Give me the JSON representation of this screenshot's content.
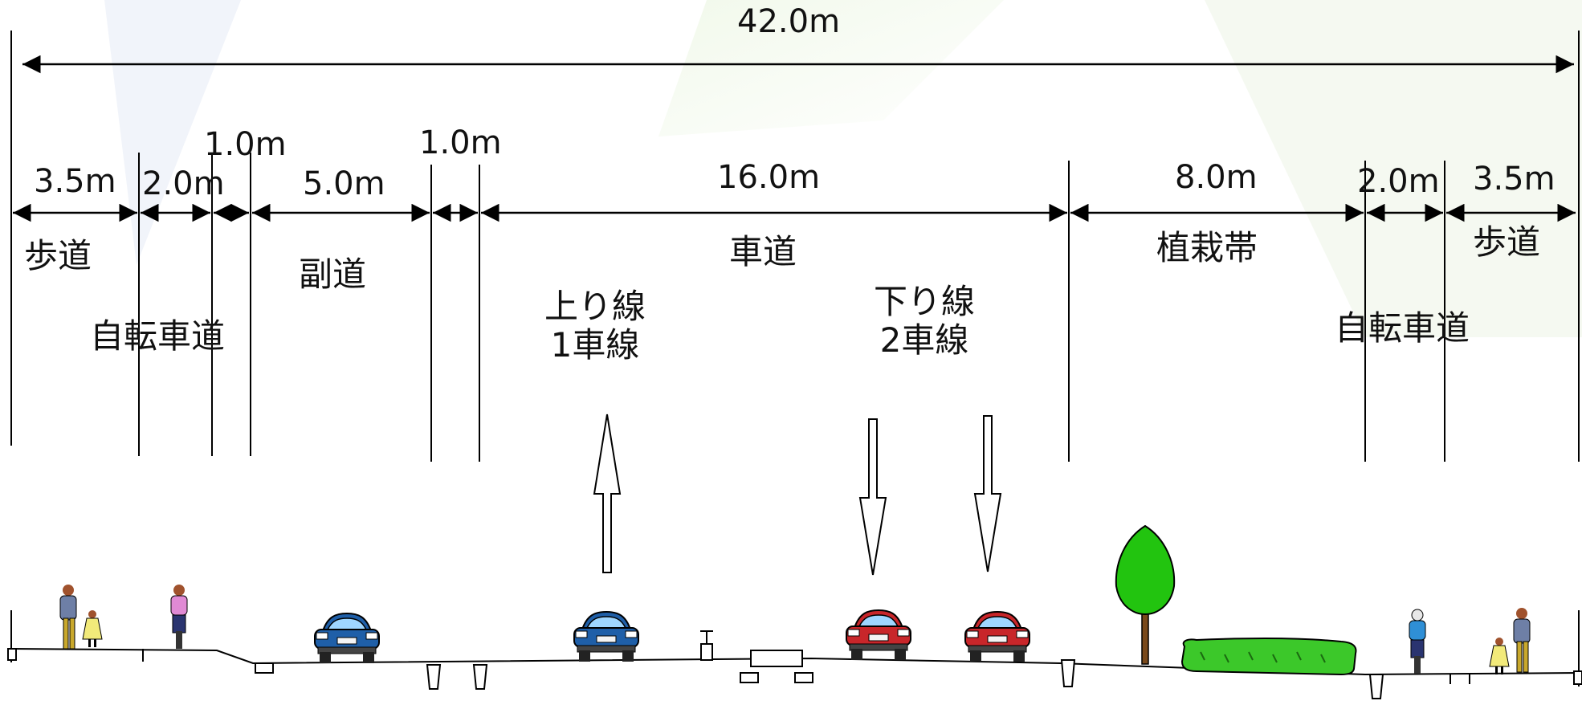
{
  "total_width": {
    "label": "42.0m"
  },
  "segments": [
    {
      "key": "sidewalk_left",
      "dim": "3.5m",
      "name": "歩道"
    },
    {
      "key": "bike_left",
      "dim": "2.0m",
      "name": "自転車道"
    },
    {
      "key": "buffer_a",
      "dim": "1.0m"
    },
    {
      "key": "frontage_road",
      "dim": "5.0m",
      "name": "副道"
    },
    {
      "key": "buffer_b",
      "dim": "1.0m"
    },
    {
      "key": "carriageway",
      "dim": "16.0m",
      "name": "車道"
    },
    {
      "key": "planting_strip",
      "dim": "8.0m",
      "name": "植栽帯"
    },
    {
      "key": "bike_right",
      "dim": "2.0m",
      "name": "自転車道"
    },
    {
      "key": "sidewalk_right",
      "dim": "3.5m",
      "name": "歩道"
    }
  ],
  "lanes": {
    "up": {
      "line1": "上り線",
      "line2": "1車線"
    },
    "down": {
      "line1": "下り線",
      "line2": "2車線"
    }
  },
  "colors": {
    "car_blue": "#1f5fa8",
    "car_red": "#c8262a",
    "tree_green": "#22c40f",
    "shrub_green": "#3cc82a"
  }
}
